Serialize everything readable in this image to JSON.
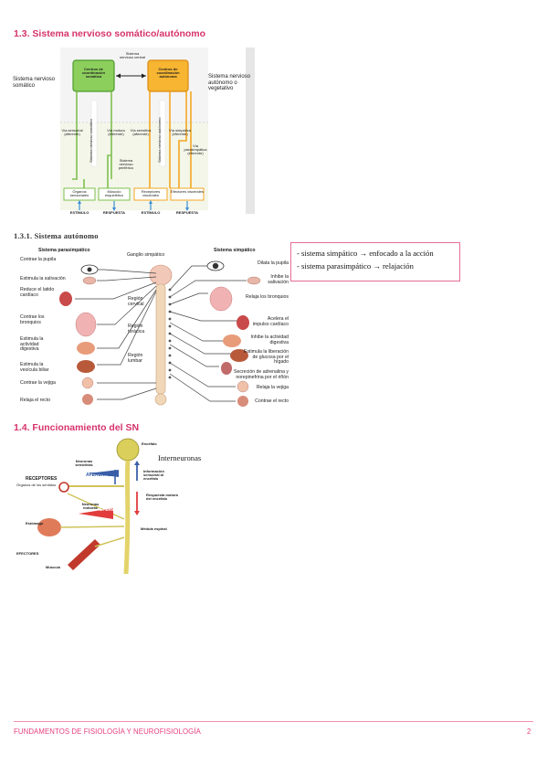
{
  "section13": {
    "title": "1.3. Sistema nervioso somático/autónomo",
    "figure": {
      "left_label": "Sistema nervioso somático",
      "right_label": "Sistema nervioso autónomo o vegetativo",
      "cns": "Sistema nervioso central",
      "box_left": "Centros de coordinación somática",
      "box_right": "Centros de coordinación autónoma",
      "vertical_left": "Sistema nervioso somático",
      "vertical_right": "Sistema nervioso autónomo",
      "via_sens_aferente": "Vía sensorial (aferente)",
      "via_motora_eferente": "Vía motora (eferente)",
      "via_sensitiva_aferente": "Vía sensitiva (aferente)",
      "via_simpatica": "Vía simpática (eferente)",
      "via_parasimpatica": "Vía parasimpática (eferente)",
      "periferico": "Sistema nervioso periférico",
      "bottom_boxes": [
        "Órganos sensoriales",
        "Músculo esquelético",
        "Receptores viscerales",
        "Efectores viscerales"
      ],
      "bottom_labels": [
        "ESTÍMULO",
        "RESPUESTA",
        "ESTÍMULO",
        "RESPUESTA"
      ]
    }
  },
  "section131": {
    "title": "1.3.1. Sistema autónomo",
    "figure": {
      "left_title": "Sistema parasimpático",
      "center_title": "Ganglio simpático",
      "right_title": "Sistema simpático",
      "left_labels": [
        "Contrae la pupila",
        "Estimula la salivación",
        "Reduce el latido cardíaco",
        "Contrae los bronquios",
        "Estimula la actividad digestiva",
        "Estimula la vesícula biliar",
        "Contrae la vejiga",
        "Relaja el recto"
      ],
      "center_labels": [
        "Región cervical",
        "Región torácica",
        "Región lumbar"
      ],
      "right_labels": [
        "Dilata la pupila",
        "Inhibe la salivación",
        "Relaja los bronquios",
        "Acelera el impulso cardíaco",
        "Inhibe la actividad digestiva",
        "Estimula la liberación de glucosa por el hígado",
        "Secreción de adrenalina y norepinefrina por el riñón",
        "Relaja la vejiga",
        "Contrae el recto"
      ]
    },
    "notes": [
      "- sistema simpático → enfocado a la acción",
      "- sistema parasimpático → relajación"
    ]
  },
  "section14": {
    "title": "1.4. Funcionamiento del SN",
    "figure": {
      "encefalo": "Encéfalo",
      "interneuronas": "Interneuronas",
      "neuronas_sensitivas": "Neuronas sensitivas",
      "aferente": "AFERENTE",
      "receptores": "RECEPTORES",
      "receptores_sub": "Órganos de los sentidos",
      "informacion": "Información sensorial al encéfalo",
      "respuesta": "Respuesta motora del encéfalo",
      "neuronas_motoras": "Neuronas motoras",
      "eferente": "EFERENTE",
      "estomago": "Estómago",
      "medula": "Médula espinal",
      "efectores": "EFECTORES",
      "musculo": "Músculo"
    }
  },
  "footer": {
    "text": "FUNDAMENTOS DE FISIOLOGÍA Y NEUROFISIOLOGÍA",
    "page": "2"
  },
  "colors": {
    "accent": "#d6336c",
    "footer": "#e6407f",
    "green_box": "#5cb85c",
    "orange_box": "#f0a020"
  }
}
